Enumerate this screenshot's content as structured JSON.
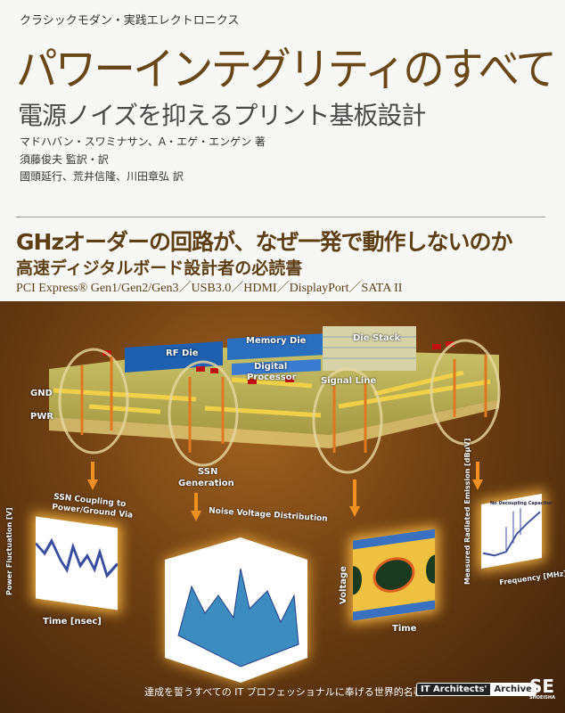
{
  "cover": {
    "series": "クラシックモダン・実践エレクトロニクス",
    "title": "パワーインテグリティのすべて",
    "subtitle": "電源ノイズを抑えるプリント基板設計",
    "credits": [
      "マドハバン・スワミナサン、A・エゲ・エンゲン 著",
      "須藤俊夫 監訳・訳",
      "國頭延行、荒井信隆、川田章弘 訳"
    ],
    "headline": "GHzオーダーの回路が、なぜ一発で動作しないのか",
    "headline2": "高速ディジタルボード設計者の必読書",
    "standards": "PCI Express® Gen1/Gen2/Gen3／USB3.0／HDMI／DisplayPort／SATA II",
    "tagline": "達成を誓うすべての IT プロフェッショナルに奉げる世界的名著",
    "badge": {
      "left": "IT Architects'",
      "right": "Archive"
    },
    "publisher_logo": {
      "mark": "SE",
      "name": "SHOEISHA"
    }
  },
  "illustration": {
    "labels": {
      "rf_die": "RF Die",
      "memory_die": "Memory Die",
      "die_stack": "Die Stack",
      "digital_processor_1": "Digital",
      "digital_processor_2": "Processor",
      "signal_line": "Signal Line",
      "gnd": "GND",
      "pwr": "PWR",
      "ssn_1": "SSN",
      "ssn_2": "Generation"
    },
    "panels": {
      "ssn_coupling": {
        "title_1": "SSN Coupling to",
        "title_2": "Power/Ground Via",
        "ylabel": "Power Fluctuation [V]",
        "xlabel": "Time [nsec]"
      },
      "noise": {
        "title": "Noise Voltage Distribution"
      },
      "eye": {
        "ylabel": "Voltage",
        "xlabel": "Time"
      },
      "emission": {
        "ylabel": "Measured Radiated Emission [dBμV]",
        "xlabel": "Frequency [MHz]",
        "legend": "No Decoupling Capacitor"
      }
    },
    "colors": {
      "background": "#6e3f12",
      "board": "#b5b25a",
      "die": "#1e5fb0",
      "glow": "#f0b040"
    }
  }
}
